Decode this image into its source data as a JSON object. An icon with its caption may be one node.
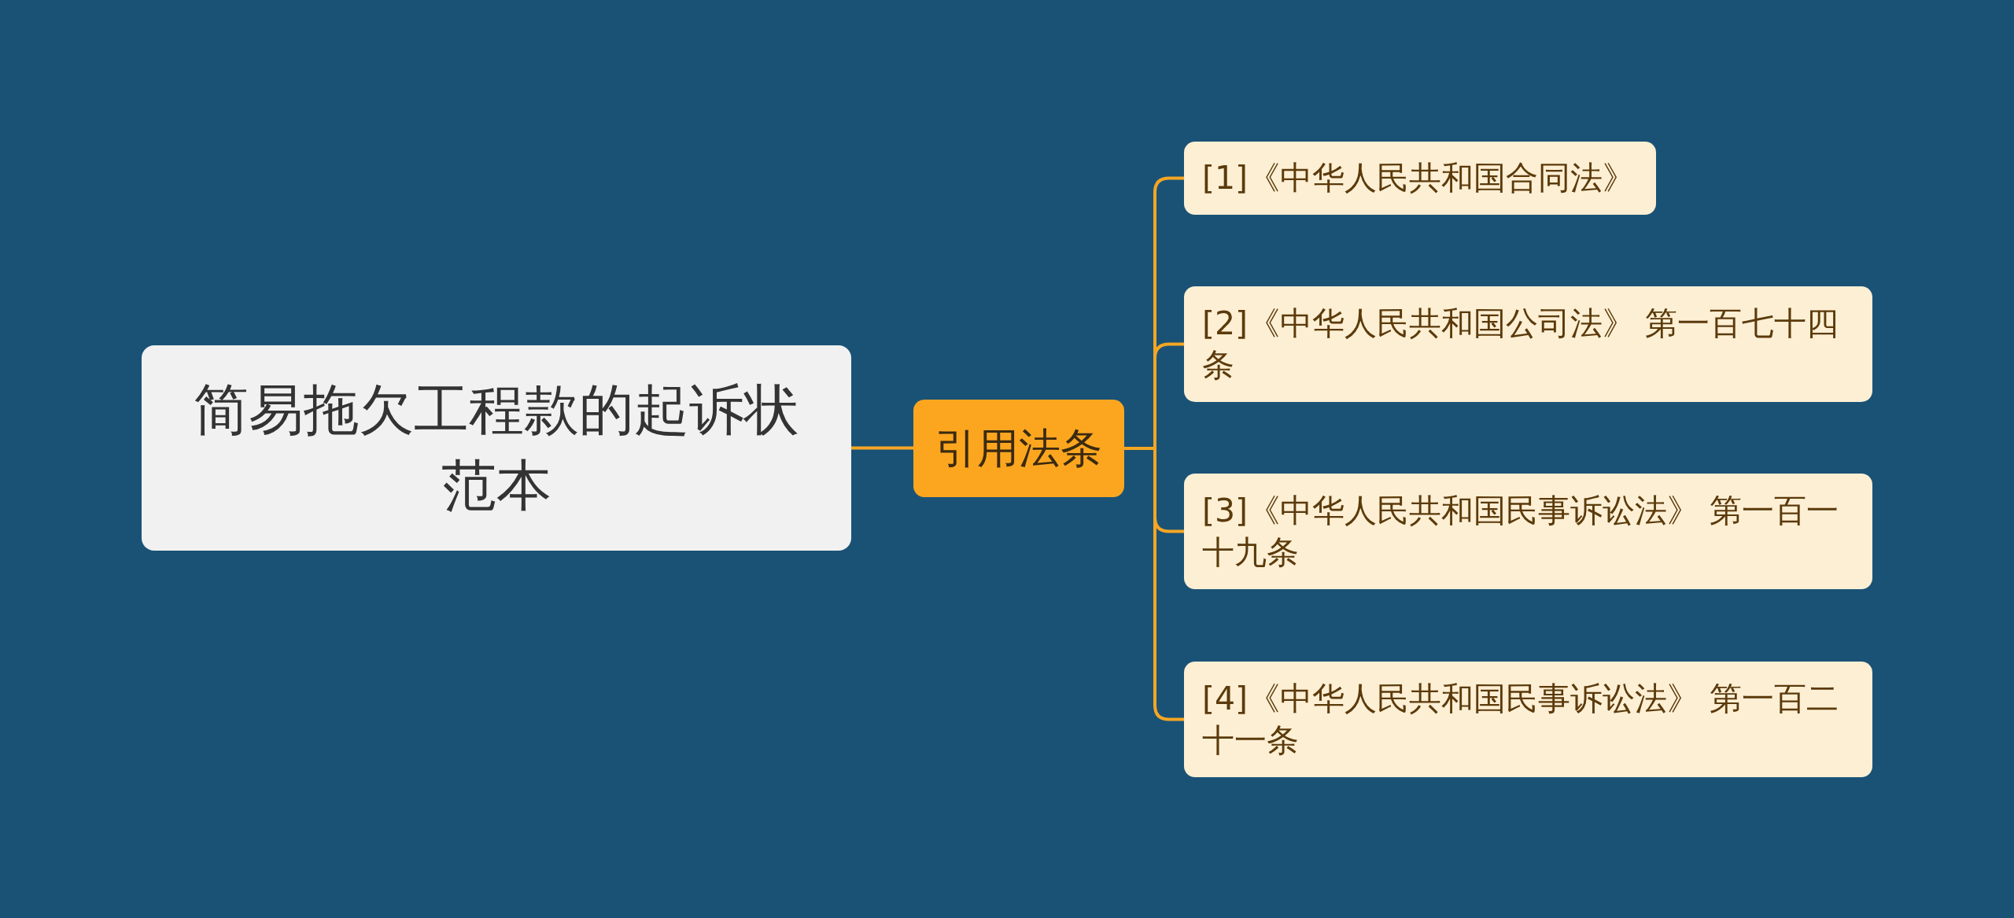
{
  "diagram": {
    "nodes": [
      {
        "text": [
          "简易拖欠工程款的起诉状范本"
        ]
      },
      {
        "text": [
          "引用法条"
        ]
      },
      {
        "text": [
          "[1]《中华人民共和国合同法》"
        ]
      },
      {
        "text": [
          "[2]《中华人民共和国公司法》 第一百七十四条"
        ]
      },
      {
        "text": [
          "[3]《中华人民共和国民事诉讼法》 第一百一十九条"
        ]
      },
      {
        "text": [
          "[4]《中华人民共和国民事诉讼法》 第一百二十一条"
        ]
      }
    ],
    "edges": [
      {
        "from": 0,
        "to": 1,
        "arrow": "none"
      },
      {
        "from": 1,
        "to": 2,
        "arrow": "none"
      },
      {
        "from": 1,
        "to": 3,
        "arrow": "none"
      },
      {
        "from": 1,
        "to": 4,
        "arrow": "none"
      },
      {
        "from": 1,
        "to": 5,
        "arrow": "none"
      }
    ]
  }
}
